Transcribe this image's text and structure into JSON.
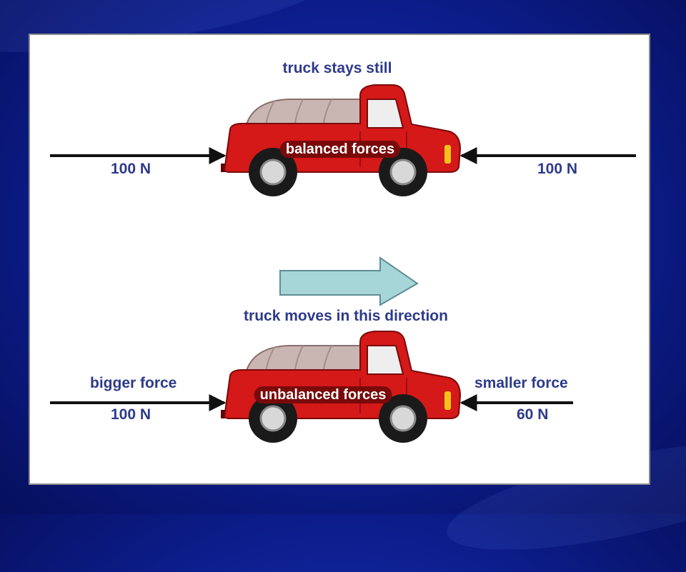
{
  "top": {
    "caption": "truck stays still",
    "truck_label": "balanced forces",
    "left_force": "100 N",
    "right_force": "100 N"
  },
  "bottom": {
    "direction_caption": "truck moves in this direction",
    "truck_label": "unbalanced forces",
    "left_title": "bigger force",
    "left_force": "100 N",
    "right_title": "smaller force",
    "right_force": "60 N"
  },
  "colors": {
    "truck_red": "#d51818",
    "truck_dark": "#7a0a0a",
    "cover": "#c9b6b3",
    "text_blue": "#2e3a8a",
    "arrow_fill": "#a7d6d8",
    "arrow_stroke": "#5e8e96",
    "background": "#0c1d8c"
  }
}
